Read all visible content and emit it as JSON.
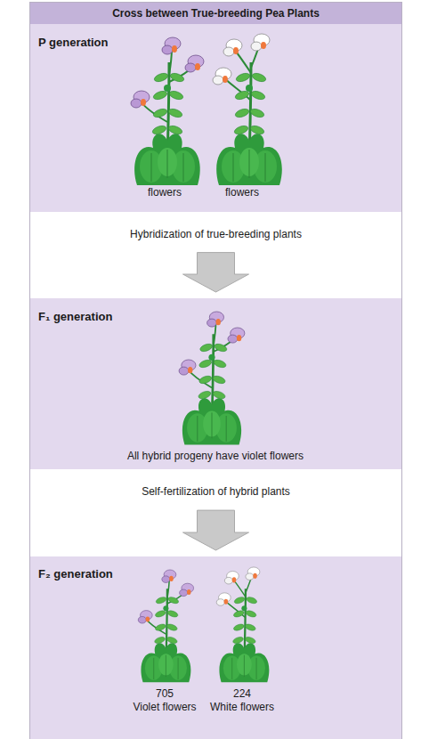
{
  "diagram": {
    "title": "Cross between True-breeding Pea Plants",
    "nodes": [
      {
        "text": [
          "P generation",
          "Violet flowers",
          "White flowers"
        ]
      },
      {
        "text": [
          "F₁ generation",
          "All hybrid progeny have violet flowers"
        ]
      },
      {
        "text": [
          "F₂ generation",
          "705",
          "Violet flowers",
          "224",
          "White flowers"
        ]
      }
    ],
    "edges": [
      {
        "from": 0,
        "to": 1,
        "arrow": "to",
        "label": "Hybridization of true-breeding plants"
      },
      {
        "from": 1,
        "to": 2,
        "arrow": "to",
        "label": "Self-fertilization of hybrid plants"
      }
    ]
  }
}
